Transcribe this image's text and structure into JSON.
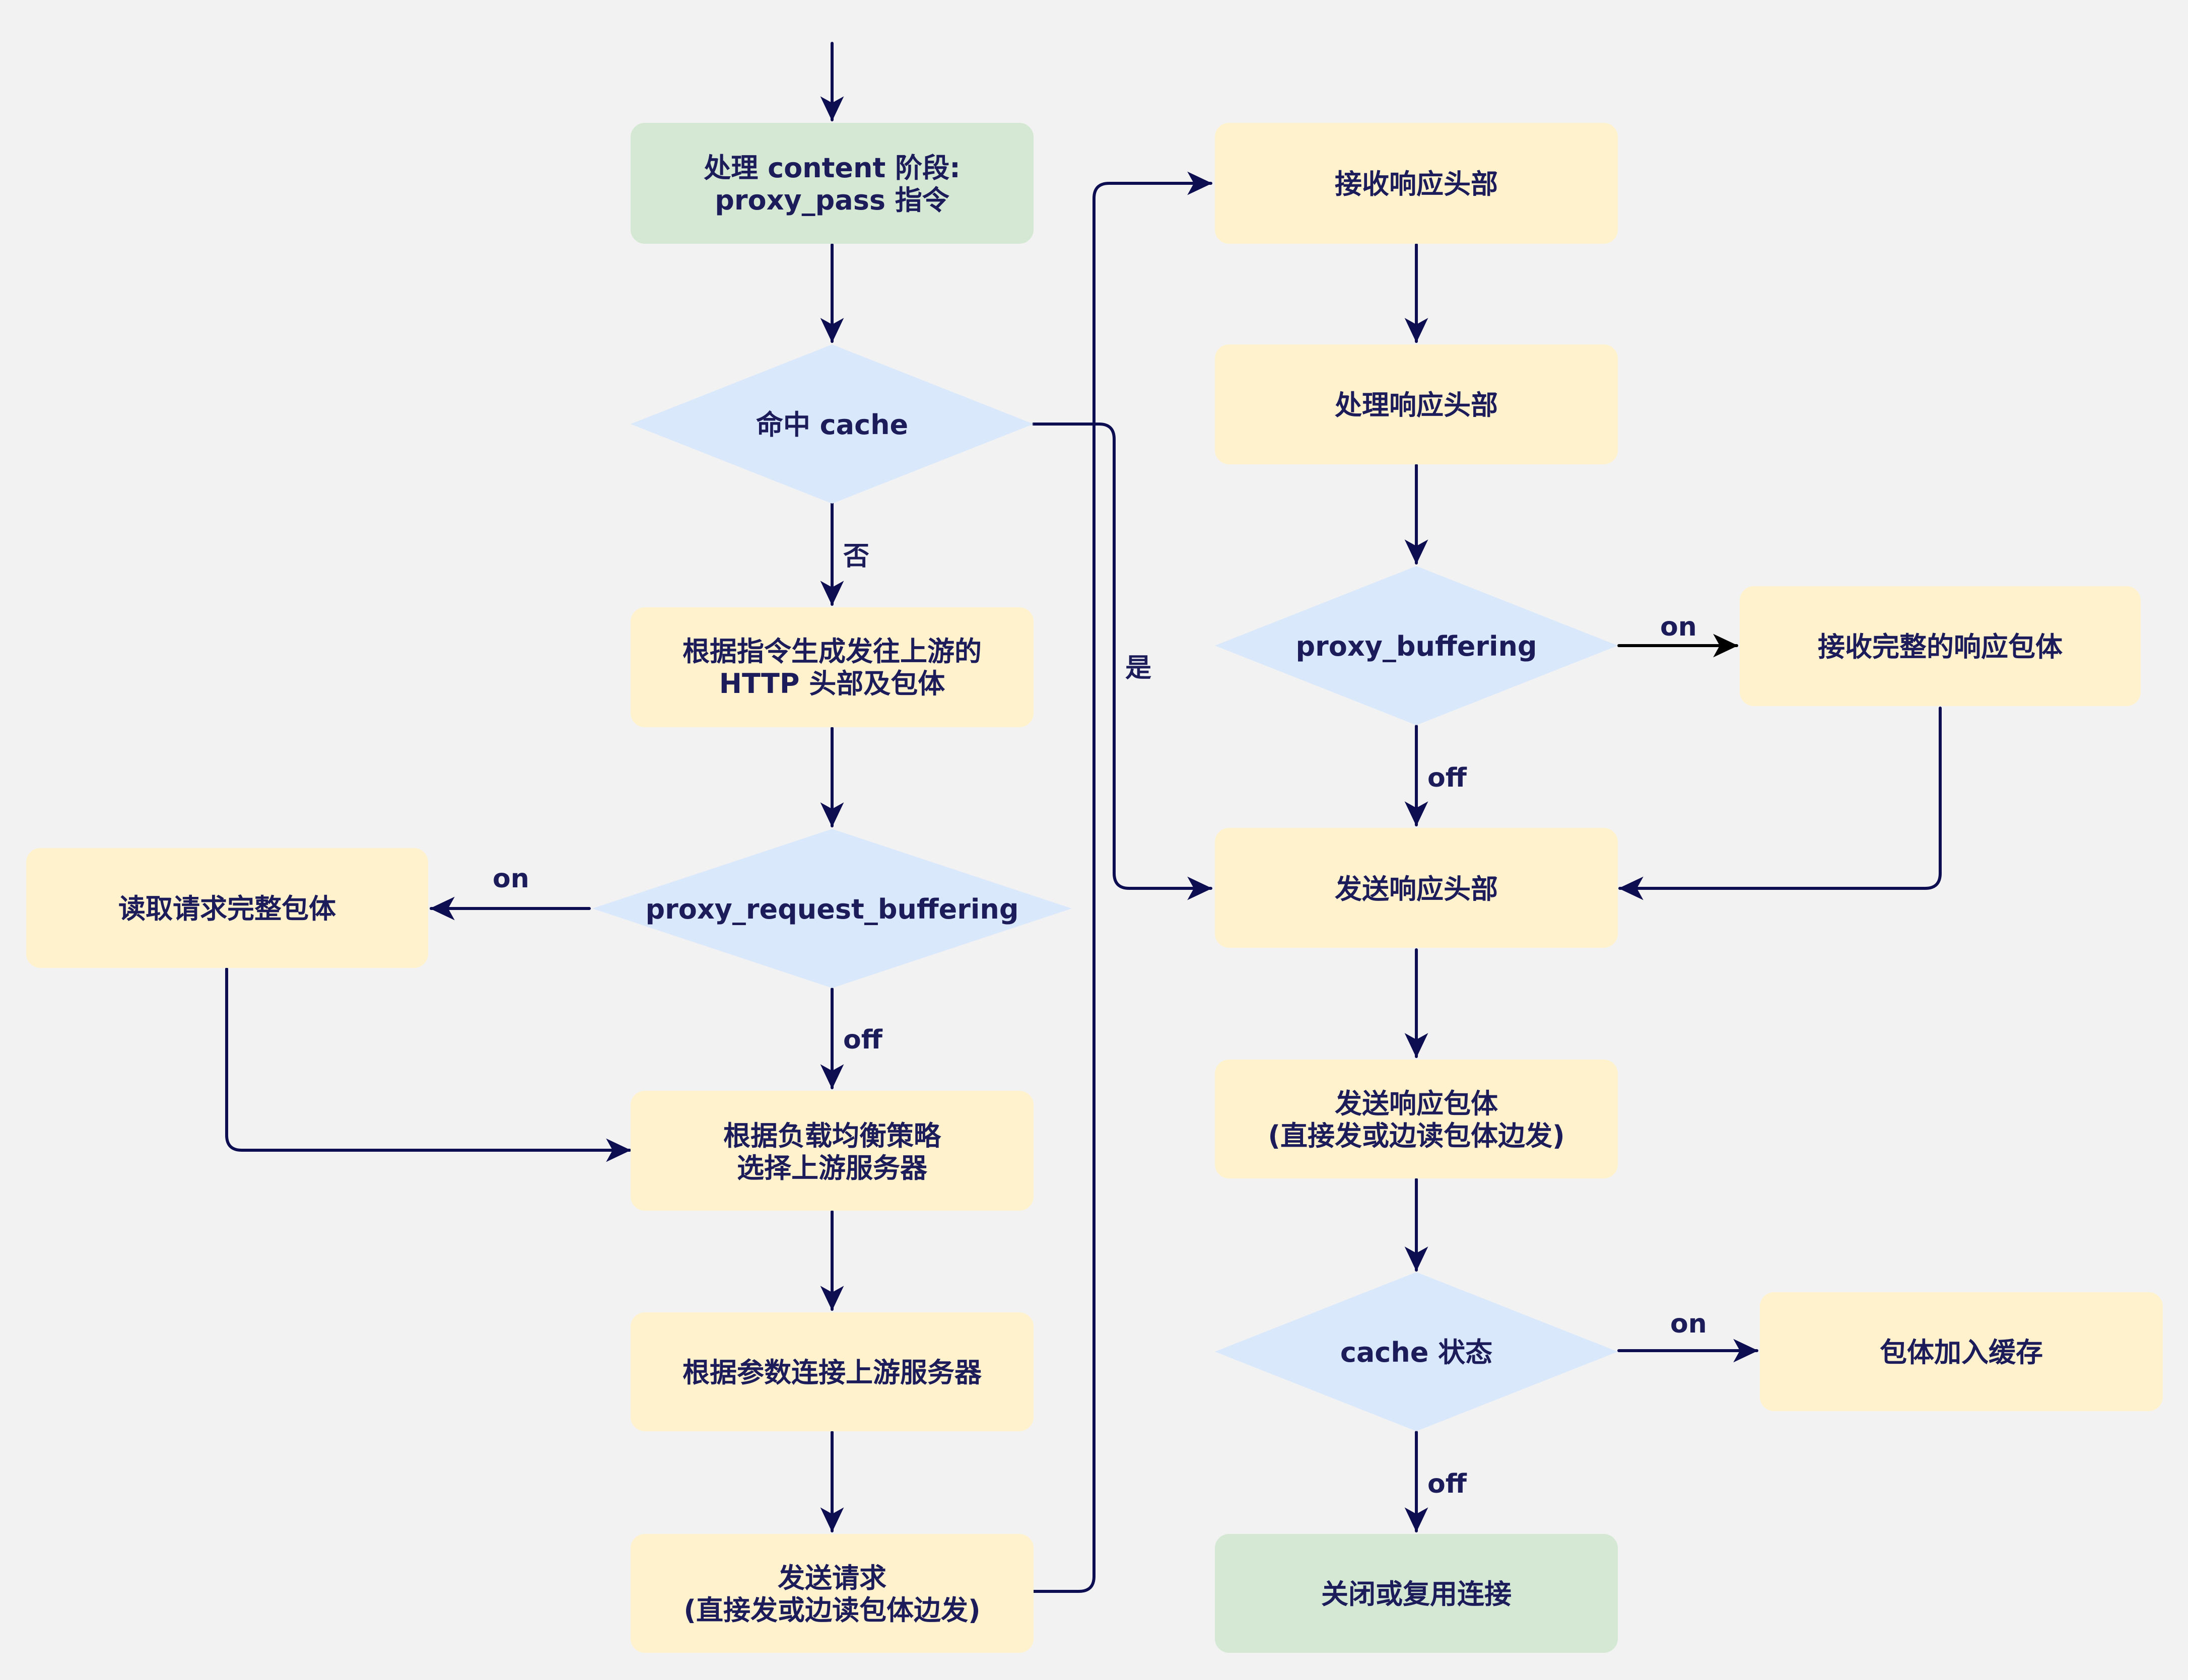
{
  "colors": {
    "background": "#f2f2f2",
    "terminal_fill": "#d5e8d4",
    "process_fill": "#fff2cc",
    "decision_fill": "#dae8fc",
    "edge": "#0d0d52",
    "text": "#1c1c5a"
  },
  "nodes": {
    "content_phase": {
      "line1": "处理 content 阶段:",
      "line2": "proxy_pass 指令"
    },
    "cache_hit": {
      "label": "命中 cache"
    },
    "gen_headers": {
      "line1": "根据指令生成发往上游的",
      "line2": "HTTP 头部及包体"
    },
    "req_buffering": {
      "label": "proxy_request_buffering"
    },
    "read_body": {
      "label": "读取请求完整包体"
    },
    "load_balance": {
      "line1": "根据负载均衡策略",
      "line2": "选择上游服务器"
    },
    "connect": {
      "label": "根据参数连接上游服务器"
    },
    "send_request": {
      "line1": "发送请求",
      "line2": "(直接发或边读包体边发)"
    },
    "recv_headers": {
      "label": "接收响应头部"
    },
    "proc_headers": {
      "label": "处理响应头部"
    },
    "buffering": {
      "label": "proxy_buffering"
    },
    "recv_full_body": {
      "label": "接收完整的响应包体"
    },
    "send_headers": {
      "label": "发送响应头部"
    },
    "send_body": {
      "line1": "发送响应包体",
      "line2": "(直接发或边读包体边发)"
    },
    "cache_state": {
      "label": "cache 状态"
    },
    "add_cache": {
      "label": "包体加入缓存"
    },
    "close_conn": {
      "label": "关闭或复用连接"
    }
  },
  "edge_labels": {
    "cache_no": "否",
    "cache_yes": "是",
    "req_buffering_on": "on",
    "req_buffering_off": "off",
    "buffering_on": "on",
    "buffering_off": "off",
    "cache_state_on": "on",
    "cache_state_off": "off"
  }
}
